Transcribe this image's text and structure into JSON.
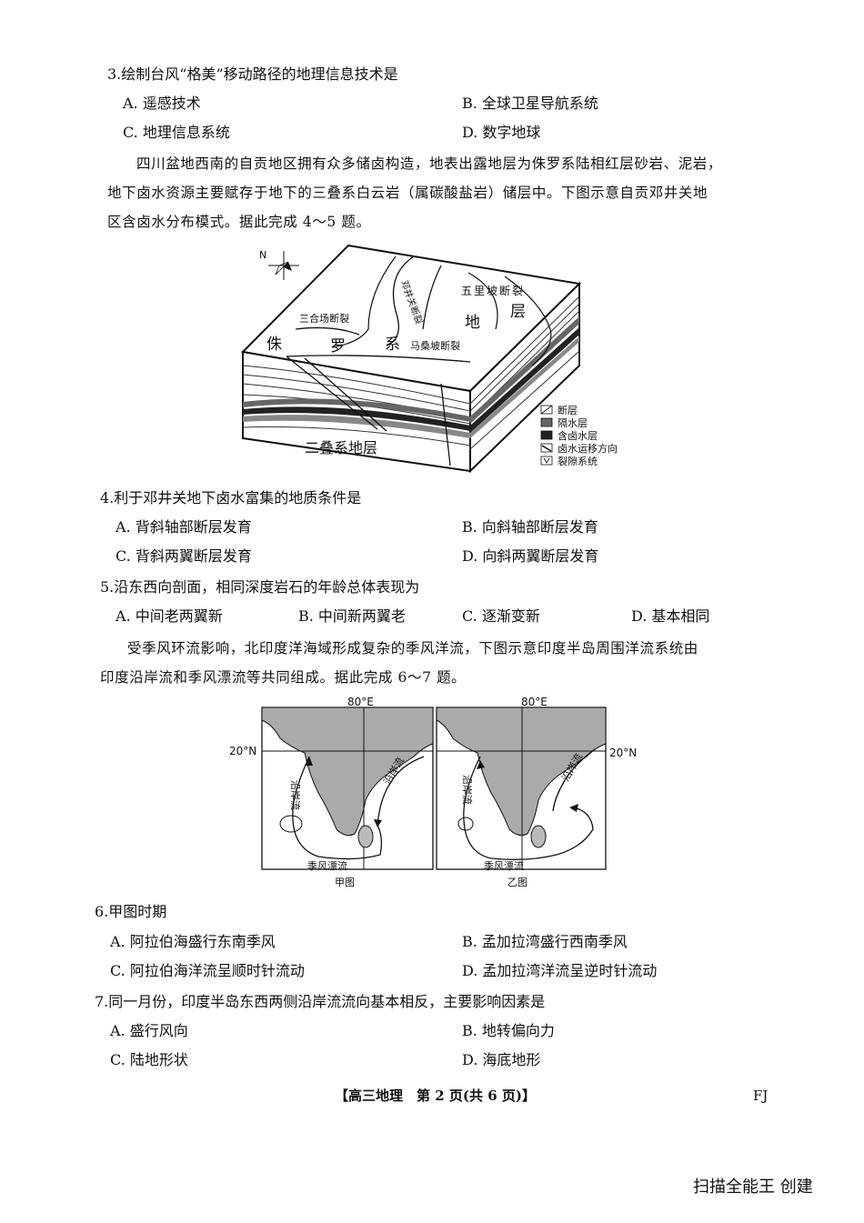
{
  "q3": {
    "stem": "3.绘制台风“格美”移动路径的地理信息技术是",
    "A": "A. 遥感技术",
    "B": "B. 全球卫星导航系统",
    "C": "C. 地理信息系统",
    "D": "D. 数字地球"
  },
  "passage1": {
    "line1": "四川盆地西南的自贡地区拥有众多储卤构造，地表出露地层为侏罗系陆相红层砂岩、泥岩，",
    "line2": "地下卤水资源主要赋存于地下的三叠系白云岩（属碳酸盐岩）储层中。下图示意自贡邓井关地",
    "line3": "区含卤水分布模式。据此完成 4～5 题。"
  },
  "figure1": {
    "north": "N",
    "fault_dengjingguan": "邓井关断裂",
    "fault_wulipo": "五里坡断裂",
    "fault_sanhechang": "三合场断裂",
    "fault_masangpo": "马桑坡断裂",
    "jurassic": [
      "侏",
      "罗",
      "系",
      "地",
      "层"
    ],
    "triassic": "二叠系地层",
    "legend": [
      "断层",
      "隔水层",
      "含卤水层",
      "卤水运移方向",
      "裂隙系统"
    ]
  },
  "q4": {
    "stem": "4.利于邓井关地下卤水富集的地质条件是",
    "A": "A. 背斜轴部断层发育",
    "B": "B. 向斜轴部断层发育",
    "C": "C. 背斜两翼断层发育",
    "D": "D. 向斜两翼断层发育"
  },
  "q5": {
    "stem": "5.沿东西向剖面，相同深度岩石的年龄总体表现为",
    "A": "A. 中间老两翼新",
    "B": "B. 中间新两翼老",
    "C": "C. 逐渐变新",
    "D": "D. 基本相同"
  },
  "passage2": {
    "line1": "受季风环流影响，北印度洋海域形成复杂的季风洋流，下图示意印度半岛周围洋流系统由",
    "line2": "印度沿岸流和季风漂流等共同组成。据此完成 6～7 题。"
  },
  "figure2": {
    "lon": "80°E",
    "lat": "20°N",
    "coastal": "沿岸流",
    "drift": "季风漂流",
    "caption_a": "甲图",
    "caption_b": "乙图"
  },
  "q6": {
    "stem": "6.甲图时期",
    "A": "A. 阿拉伯海盛行东南季风",
    "B": "B. 孟加拉湾盛行西南季风",
    "C": "C. 阿拉伯海洋流呈顺时针流动",
    "D": "D. 孟加拉湾洋流呈逆时针流动"
  },
  "q7": {
    "stem": "7.同一月份，印度半岛东西两侧沿岸流流向基本相反，主要影响因素是",
    "A": "A. 盛行风向",
    "B": "B. 地转偏向力",
    "C": "C. 陆地形状",
    "D": "D. 海底地形"
  },
  "footer": {
    "page": "【高三地理　第 2 页(共 6 页)】",
    "code": "FJ",
    "scanner": "扫描全能王 创建"
  }
}
